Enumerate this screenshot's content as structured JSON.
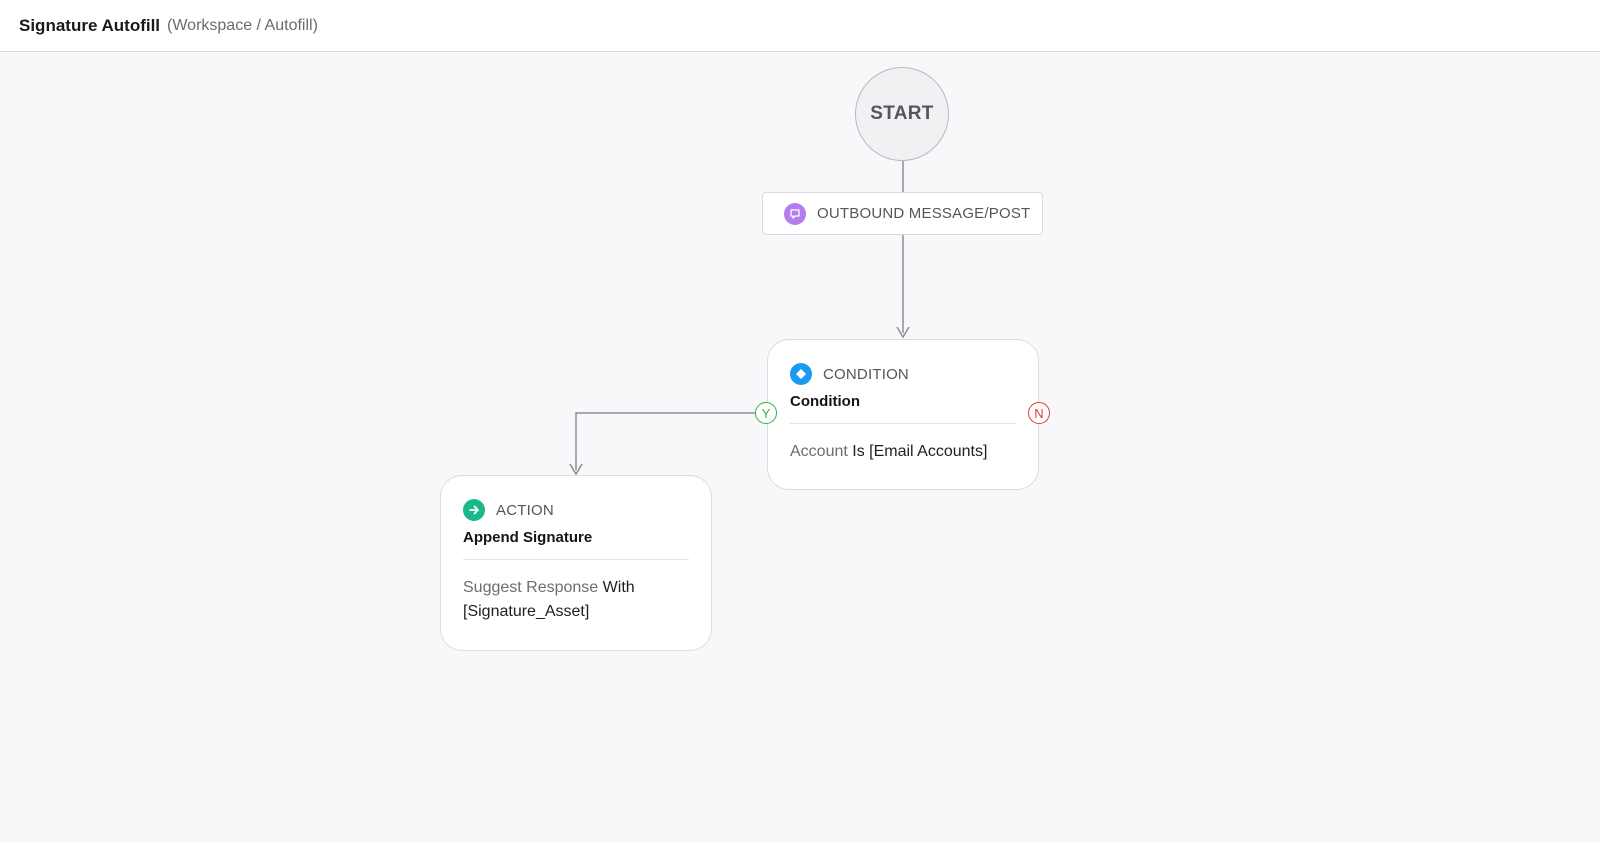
{
  "header": {
    "title": "Signature Autofill",
    "breadcrumb": "(Workspace / Autofill)"
  },
  "flow": {
    "start_label": "START",
    "trigger": {
      "label": "OUTBOUND MESSAGE/POST",
      "icon": "message-icon",
      "color": "#b57cf0"
    },
    "condition": {
      "type": "CONDITION",
      "name": "Condition",
      "icon": "diamond-icon",
      "color": "#1a9af0",
      "rule_field": "Account",
      "rule_rest": "Is [Email Accounts]",
      "yes_label": "Y",
      "no_label": "N"
    },
    "action": {
      "type": "ACTION",
      "name": "Append Signature",
      "icon": "arrow-right-icon",
      "color": "#1bb98a",
      "rule_field": "Suggest Response",
      "rule_rest": "With [Signature_Asset]"
    }
  },
  "colors": {
    "edge": "#8e8e96",
    "yes": "#2db34a",
    "no": "#e0393e"
  }
}
